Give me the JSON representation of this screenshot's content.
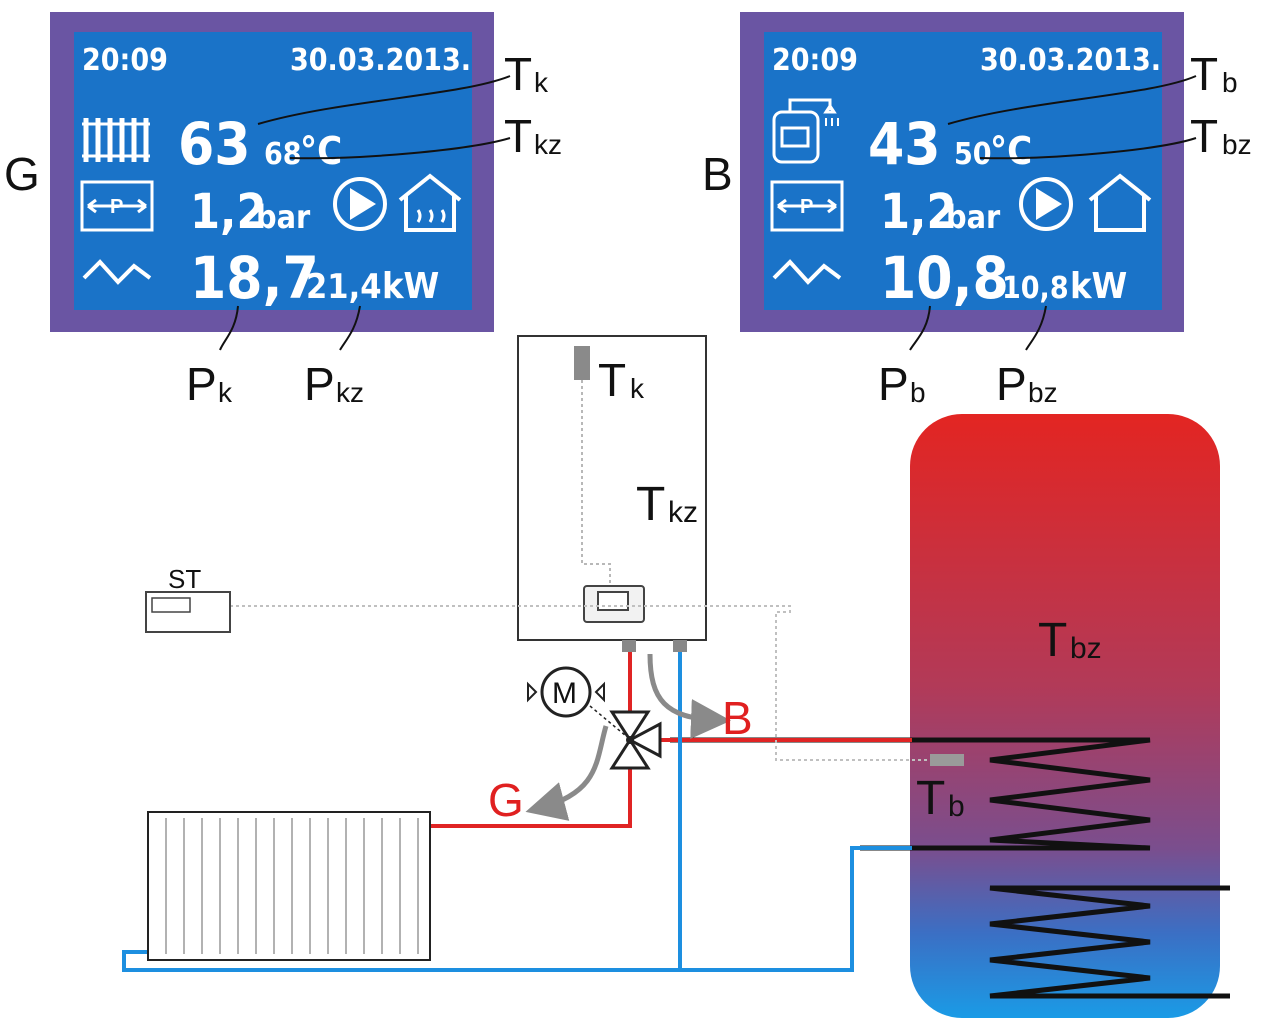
{
  "panel_heating": {
    "mode_letter": "G",
    "time": "20:09",
    "date": "30.03.2013.",
    "temp_main": "63",
    "temp_set": "68",
    "temp_unit": "°C",
    "pressure": "1,2",
    "pressure_unit": "bar",
    "power_main": "18,7",
    "power_set": "21,4",
    "power_unit": "kW",
    "callouts": {
      "tk_main": "T",
      "tk_sub": "k",
      "tkz_main": "T",
      "tkz_sub": "kz",
      "pk_main": "P",
      "pk_sub": "k",
      "pkz_main": "P",
      "pkz_sub": "kz"
    }
  },
  "panel_boiler": {
    "mode_letter": "B",
    "time": "20:09",
    "date": "30.03.2013.",
    "temp_main": "43",
    "temp_set": "50",
    "temp_unit": "°C",
    "pressure": "1,2",
    "pressure_unit": "bar",
    "power_main": "10,8",
    "power_set": "10,8",
    "power_unit": "kW",
    "callouts": {
      "tb_main": "T",
      "tb_sub": "b",
      "tbz_main": "T",
      "tbz_sub": "bz",
      "pb_main": "P",
      "pb_sub": "b",
      "pbz_main": "P",
      "pbz_sub": "bz"
    }
  },
  "diagram": {
    "boiler_sensor_main": "T",
    "boiler_sensor_sub": "k",
    "boiler_set_main": "T",
    "boiler_set_sub": "kz",
    "thermostat_label": "ST",
    "motor_label": "M",
    "flow_b_label": "B",
    "flow_g_label": "G",
    "tank_set_main": "T",
    "tank_set_sub": "bz",
    "tank_sensor_main": "T",
    "tank_sensor_sub": "b"
  },
  "colors": {
    "lcd_frame": "#6a55a3",
    "lcd_screen": "#1a73c8",
    "hot_pipe": "#e02424",
    "cold_pipe": "#1d8fe0",
    "tank_top": "#e32522",
    "tank_bottom": "#1a9be6",
    "flow_arrow": "#8a8a8a"
  }
}
